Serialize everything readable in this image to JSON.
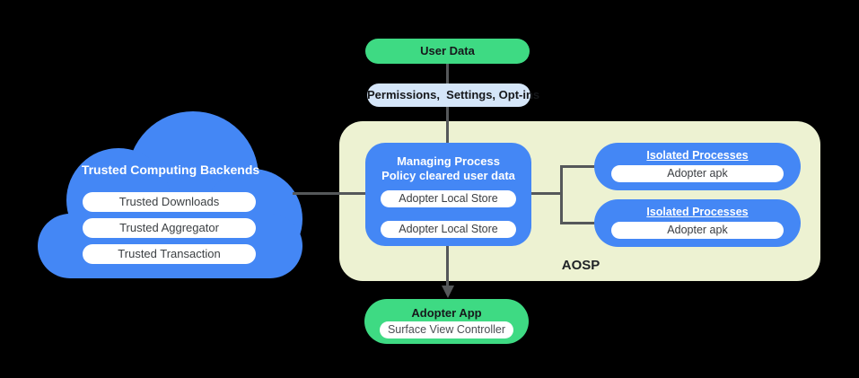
{
  "user_data": {
    "label": "User Data"
  },
  "permissions": {
    "label": "Permissions,  Settings, Opt-ins"
  },
  "cloud": {
    "title": "Trusted Computing Backends",
    "items": [
      "Trusted Downloads",
      "Trusted Aggregator",
      "Trusted Transaction"
    ]
  },
  "aosp": {
    "label": "AOSP",
    "managing_process": {
      "title": "Managing Process",
      "subtitle": "Policy cleared user data",
      "stores": [
        "Adopter Local Store",
        "Adopter Local Store"
      ]
    },
    "isolated_processes": [
      {
        "title": "Isolated Processes",
        "item": "Adopter apk"
      },
      {
        "title": "Isolated Processes",
        "item": "Adopter apk"
      }
    ]
  },
  "adopter_app": {
    "title": "Adopter App",
    "item": "Surface View Controller"
  },
  "colors": {
    "cloud_blue": "#4487F5",
    "android_green": "#3EDA83",
    "light_blue": "#D5E6F9",
    "aosp_background": "#EDF2D2",
    "connector_gray": "#55585A"
  }
}
